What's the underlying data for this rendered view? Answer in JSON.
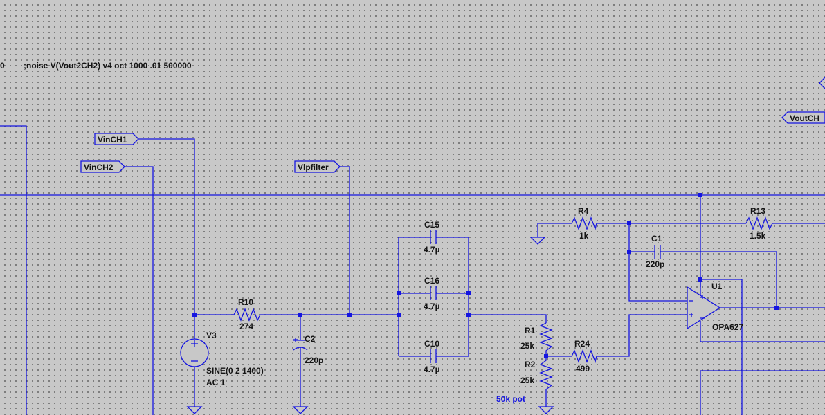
{
  "spice_directive": {
    "prefix": "0",
    "text": ";noise V(Vout2CH2) v4 oct 1000 .01 500000"
  },
  "net_labels": {
    "vin_ch1": "VinCH1",
    "vin_ch2": "VinCH2",
    "vlp_filter": "Vlpfilter",
    "vout_ch": "VoutCH"
  },
  "components": {
    "r10": {
      "name": "R10",
      "value": "274"
    },
    "r4": {
      "name": "R4",
      "value": "1k"
    },
    "r13": {
      "name": "R13",
      "value": "1.5k"
    },
    "r1": {
      "name": "R1",
      "value": "25k"
    },
    "r2": {
      "name": "R2",
      "value": "25k"
    },
    "r24": {
      "name": "R24",
      "value": "499"
    },
    "c15": {
      "name": "C15",
      "value": "4.7µ"
    },
    "c16": {
      "name": "C16",
      "value": "4.7µ"
    },
    "c10": {
      "name": "C10",
      "value": "4.7µ"
    },
    "c2": {
      "name": "C2",
      "value": "220p"
    },
    "c1": {
      "name": "C1",
      "value": "220p"
    },
    "v3": {
      "name": "V3",
      "value": "SINE(0 2 1400)",
      "ac": "AC 1"
    },
    "u1": {
      "name": "U1",
      "value": "OPA627"
    }
  },
  "comments": {
    "pot": "50k pot"
  },
  "colors": {
    "background": "#c8c8c8",
    "wire": "#1515e0",
    "text": "#141414",
    "grid_dot": "#6a6a6a"
  }
}
